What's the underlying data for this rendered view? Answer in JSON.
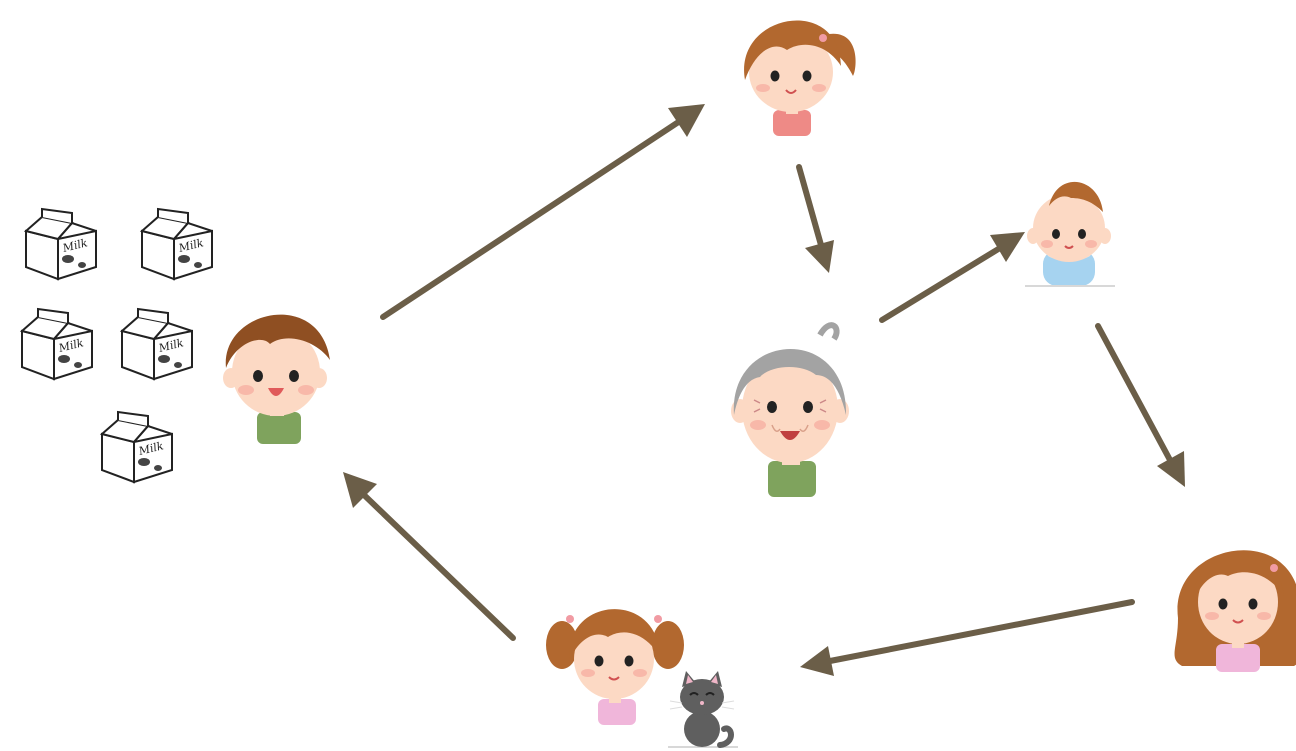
{
  "milk_label": "Milk",
  "colors": {
    "arrow": "#6b5e48",
    "skin": "#fcd9c4",
    "cheek": "#f7a99e",
    "hair_brown": "#b2682f",
    "hair_dark": "#8f4f22",
    "hair_gray": "#a3a3a3",
    "shirt_green": "#7fa35d",
    "shirt_pink": "#ee8a86",
    "shirt_lightpink": "#f0b6da",
    "bib_blue": "#a6d3f0",
    "cat_gray": "#5f5f5f",
    "outline": "#222222"
  },
  "people": [
    {
      "id": "boy",
      "name": "boy-avatar-icon",
      "hair": "brown",
      "shirt": "green"
    },
    {
      "id": "woman",
      "name": "woman-ponytail-avatar-icon",
      "hair": "brown",
      "shirt": "pink"
    },
    {
      "id": "grandpa",
      "name": "grandfather-avatar-icon",
      "hair": "gray",
      "shirt": "green"
    },
    {
      "id": "baby",
      "name": "baby-avatar-icon",
      "hair": "brown",
      "shirt": "blue-bib"
    },
    {
      "id": "mother",
      "name": "mother-wavy-hair-avatar-icon",
      "hair": "brown",
      "shirt": "lightpink"
    },
    {
      "id": "girl",
      "name": "girl-pigtails-avatar-icon",
      "hair": "brown",
      "shirt": "lightpink"
    },
    {
      "id": "cat",
      "name": "cat-icon",
      "hair": "none",
      "shirt": "none"
    }
  ],
  "edges": [
    {
      "from": "boy",
      "to": "woman"
    },
    {
      "from": "woman",
      "to": "grandpa"
    },
    {
      "from": "grandpa",
      "to": "baby"
    },
    {
      "from": "baby",
      "to": "mother"
    },
    {
      "from": "mother",
      "to": "girl"
    },
    {
      "from": "girl",
      "to": "boy"
    }
  ],
  "milk_cartons": 5
}
